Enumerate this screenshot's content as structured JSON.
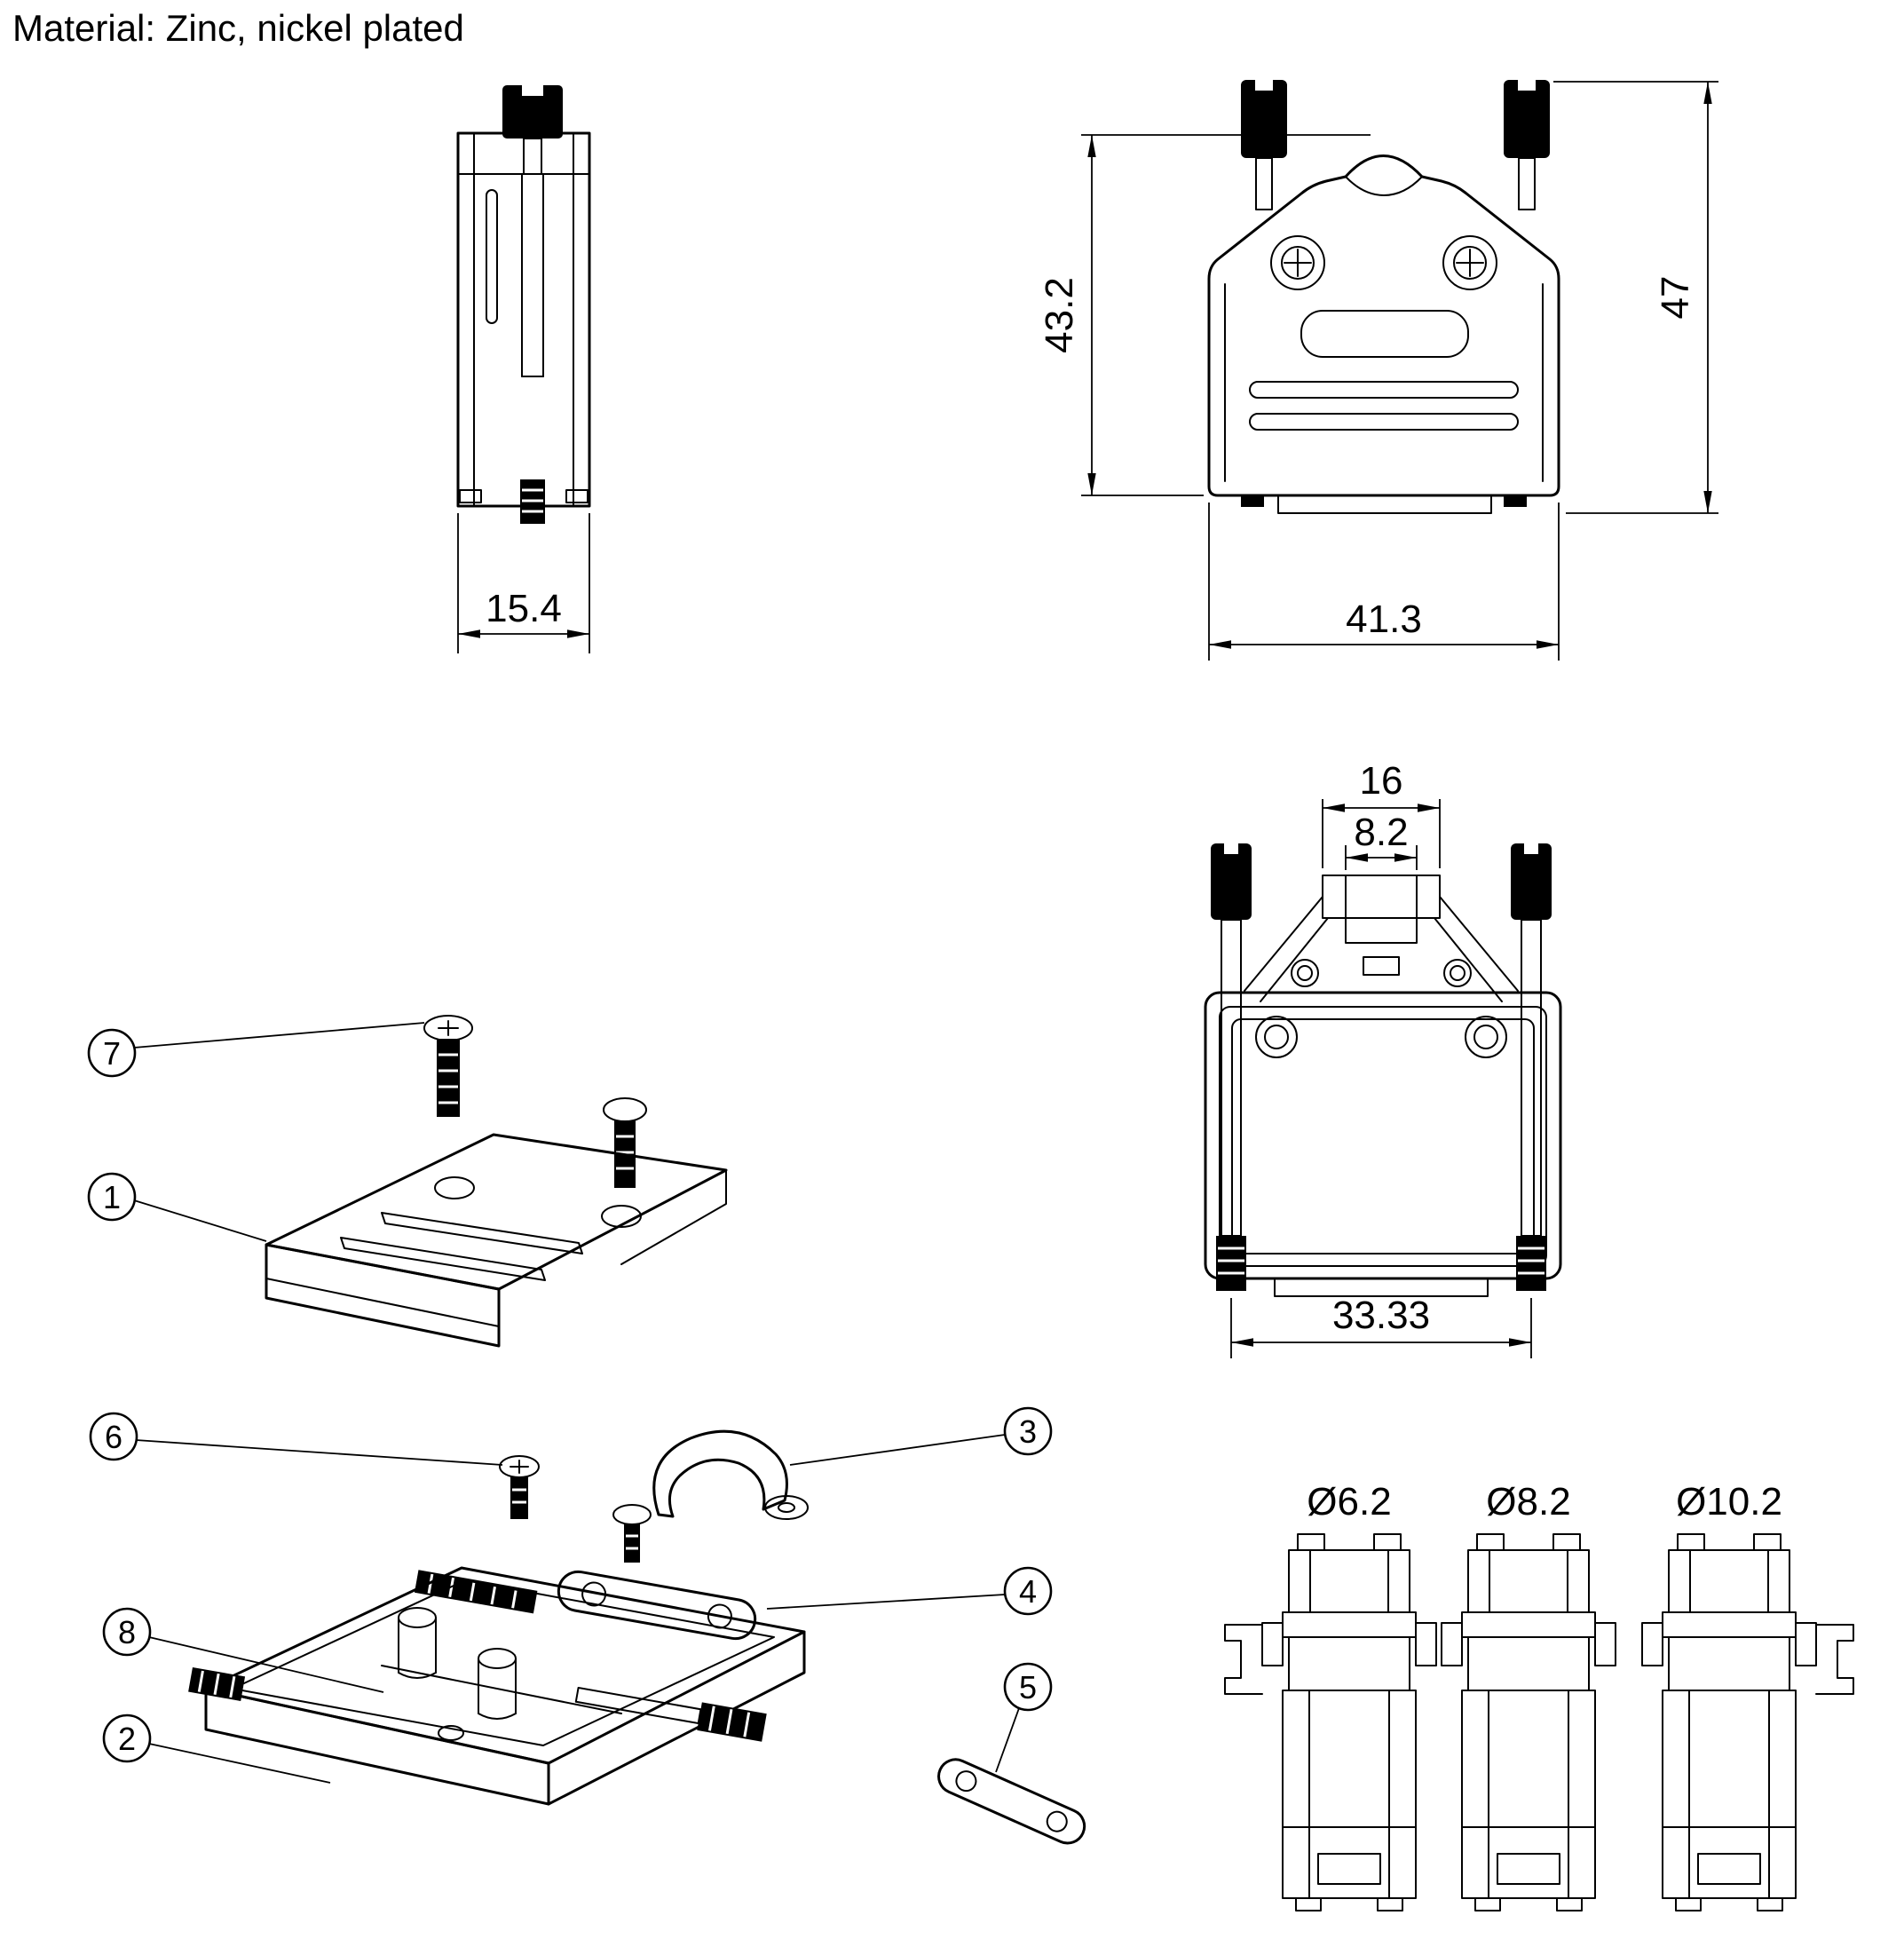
{
  "note": {
    "material": "Material: Zinc, nickel plated"
  },
  "side_view": {
    "dim_width": "15.4"
  },
  "front_view": {
    "dim_body_height": "43.2",
    "dim_total_height": "47",
    "dim_width": "41.3"
  },
  "back_view": {
    "dim_clamp_width": "16",
    "dim_cable_entry": "8.2",
    "dim_screw_spacing": "33.33"
  },
  "inserts_view": {
    "diameters": [
      "Ø6.2",
      "Ø8.2",
      "Ø10.2"
    ]
  },
  "exploded_view": {
    "callouts": [
      "1",
      "2",
      "3",
      "4",
      "5",
      "6",
      "7",
      "8"
    ]
  }
}
